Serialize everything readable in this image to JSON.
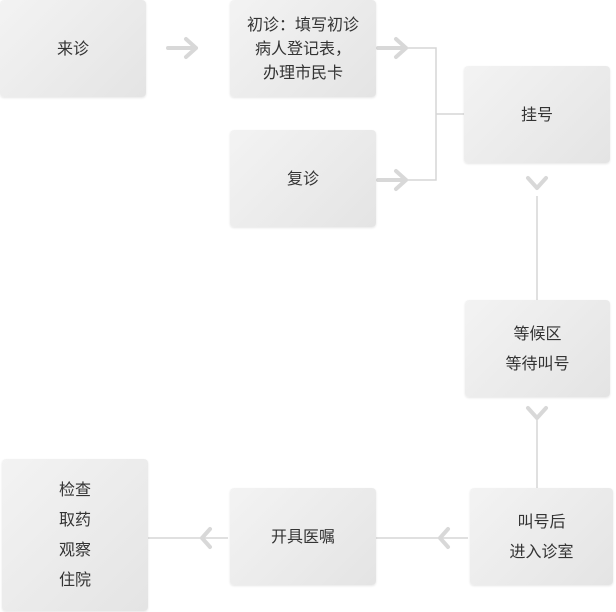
{
  "nodes": {
    "visit": {
      "lines": [
        "来诊"
      ]
    },
    "first_visit": {
      "lines": [
        "初诊：填写初诊",
        "病人登记表，",
        "办理市民卡"
      ]
    },
    "return_visit": {
      "lines": [
        "复诊"
      ]
    },
    "register": {
      "lines": [
        "挂号"
      ]
    },
    "waiting": {
      "lines": [
        "等候区",
        "等待叫号"
      ]
    },
    "called": {
      "lines": [
        "叫号后",
        "进入诊室"
      ]
    },
    "prescription": {
      "lines": [
        "开具医嘱"
      ]
    },
    "final": {
      "lines": [
        "检查",
        "取药",
        "观察",
        "住院"
      ]
    }
  },
  "colors": {
    "line": "#d6d6d6",
    "arrow": "#d8d8d8",
    "text": "#333333"
  }
}
